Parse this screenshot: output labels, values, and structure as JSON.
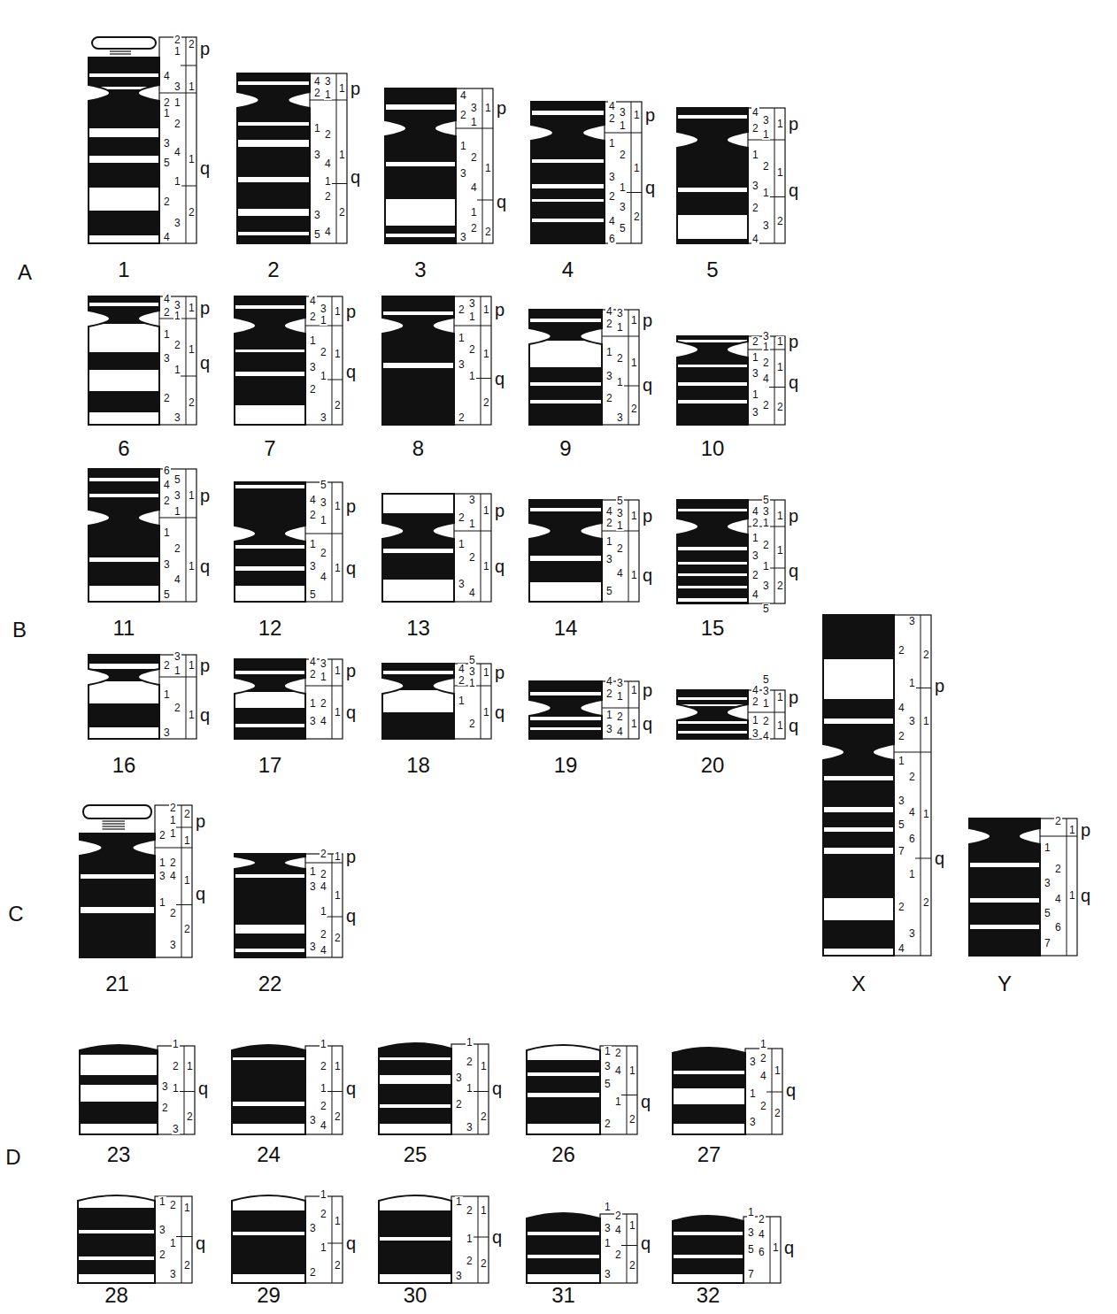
{
  "diagram": {
    "nodes": [
      {
        "text": [
          "1",
          "2",
          "1",
          "2",
          "p",
          "4",
          "3",
          "1",
          "2",
          "1",
          "1",
          "2",
          "3",
          "4",
          "5",
          "1",
          "q",
          "1",
          "2",
          "3",
          "2",
          "4"
        ]
      },
      {
        "text": [
          "2",
          "4",
          "3",
          "2",
          "1",
          "1",
          "p",
          "1",
          "2",
          "3",
          "4",
          "1",
          "1",
          "q",
          "2",
          "3",
          "4",
          "5",
          "2"
        ]
      },
      {
        "text": [
          "3",
          "4",
          "2",
          "3",
          "1",
          "1",
          "p",
          "1",
          "2",
          "3",
          "4",
          "1",
          "q",
          "1",
          "2",
          "3",
          "2"
        ]
      },
      {
        "text": [
          "4",
          "4",
          "2",
          "3",
          "1",
          "1",
          "p",
          "1",
          "2",
          "3",
          "1",
          "2",
          "3",
          "4",
          "5",
          "6",
          "1",
          "q",
          "2"
        ]
      },
      {
        "text": [
          "5",
          "4",
          "2",
          "3",
          "1",
          "1",
          "p",
          "1",
          "2",
          "3",
          "1",
          "2",
          "3",
          "4",
          "1",
          "q",
          "2"
        ]
      },
      {
        "text": [
          "6",
          "4",
          "2",
          "3",
          "1",
          "1",
          "p",
          "1",
          "2",
          "3",
          "1",
          "1",
          "q",
          "2",
          "3",
          "2"
        ]
      },
      {
        "text": [
          "7",
          "4",
          "2",
          "3",
          "1",
          "1",
          "p",
          "1",
          "2",
          "3",
          "1",
          "2",
          "3",
          "1",
          "q",
          "2"
        ]
      },
      {
        "text": [
          "8",
          "2",
          "3",
          "1",
          "1",
          "p",
          "1",
          "2",
          "3",
          "1",
          "1",
          "q",
          "2",
          "2"
        ]
      },
      {
        "text": [
          "9",
          "4",
          "3",
          "2",
          "1",
          "1",
          "p",
          "1",
          "2",
          "3",
          "1",
          "2",
          "3",
          "1",
          "q",
          "2"
        ]
      },
      {
        "text": [
          "10",
          "2",
          "3",
          "1",
          "1",
          "p",
          "1",
          "2",
          "3",
          "4",
          "1",
          "q",
          "1",
          "3",
          "2",
          "2"
        ]
      },
      {
        "text": [
          "11",
          "6",
          "4",
          "5",
          "2",
          "3",
          "1",
          "1",
          "p",
          "1",
          "2",
          "3",
          "4",
          "5",
          "1",
          "q"
        ]
      },
      {
        "text": [
          "12",
          "5",
          "4",
          "3",
          "2",
          "1",
          "1",
          "p",
          "1",
          "2",
          "3",
          "4",
          "5",
          "1",
          "q"
        ]
      },
      {
        "text": [
          "13",
          "3",
          "2",
          "1",
          "1",
          "p",
          "1",
          "2",
          "3",
          "4",
          "1",
          "q"
        ]
      },
      {
        "text": [
          "14",
          "5",
          "4",
          "3",
          "2",
          "1",
          "1",
          "p",
          "1",
          "2",
          "3",
          "4",
          "5",
          "1",
          "q"
        ]
      },
      {
        "text": [
          "15",
          "5",
          "4",
          "3",
          "2",
          "1",
          "1",
          "p",
          "1",
          "2",
          "3",
          "1",
          "2",
          "3",
          "4",
          "5",
          "1",
          "2",
          "q"
        ]
      },
      {
        "text": [
          "16",
          "3",
          "2",
          "1",
          "1",
          "p",
          "1",
          "2",
          "3",
          "1",
          "q"
        ]
      },
      {
        "text": [
          "17",
          "4",
          "3",
          "2",
          "1",
          "1",
          "p",
          "1",
          "2",
          "3",
          "4",
          "1",
          "q"
        ]
      },
      {
        "text": [
          "18",
          "5",
          "4",
          "3",
          "2",
          "1",
          "1",
          "p",
          "1",
          "2",
          "1",
          "q"
        ]
      },
      {
        "text": [
          "19",
          "4",
          "3",
          "2",
          "1",
          "1",
          "p",
          "1",
          "2",
          "3",
          "4",
          "1",
          "q"
        ]
      },
      {
        "text": [
          "20",
          "5",
          "4",
          "3",
          "2",
          "1",
          "1",
          "p",
          "1",
          "2",
          "3",
          "4",
          "1",
          "q"
        ]
      },
      {
        "text": [
          "21",
          "2",
          "1",
          "2",
          "p",
          "2",
          "1",
          "1",
          "1",
          "2",
          "3",
          "4",
          "1",
          "q",
          "1",
          "2",
          "3",
          "2"
        ]
      },
      {
        "text": [
          "22",
          "2",
          "1",
          "p",
          "1",
          "2",
          "3",
          "4",
          "1",
          "q",
          "1",
          "2",
          "3",
          "4",
          "2"
        ]
      },
      {
        "text": [
          "X",
          "3",
          "2",
          "2",
          "1",
          "p",
          "4",
          "3",
          "2",
          "1",
          "1",
          "2",
          "3",
          "4",
          "5",
          "6",
          "7",
          "1",
          "q",
          "1",
          "2",
          "3",
          "4",
          "2"
        ]
      },
      {
        "text": [
          "Y",
          "2",
          "1",
          "p",
          "1",
          "2",
          "3",
          "4",
          "5",
          "6",
          "7",
          "1",
          "q"
        ]
      },
      {
        "text": [
          "23",
          "1",
          "2",
          "1",
          "3",
          "1",
          "q",
          "2",
          "2",
          "3"
        ]
      },
      {
        "text": [
          "24",
          "1",
          "2",
          "1",
          "1",
          "q",
          "2",
          "3",
          "4",
          "2"
        ]
      },
      {
        "text": [
          "25",
          "1",
          "2",
          "1",
          "3",
          "1",
          "q",
          "2",
          "3",
          "2"
        ]
      },
      {
        "text": [
          "26",
          "1",
          "2",
          "3",
          "4",
          "5",
          "1",
          "1",
          "q",
          "2",
          "2"
        ]
      },
      {
        "text": [
          "27",
          "1",
          "3",
          "2",
          "4",
          "1",
          "1",
          "q",
          "2",
          "3",
          "2"
        ]
      },
      {
        "text": [
          "28",
          "1",
          "2",
          "1",
          "3",
          "1",
          "q",
          "2",
          "3",
          "2"
        ]
      },
      {
        "text": [
          "29",
          "1",
          "2",
          "1",
          "3",
          "q",
          "1",
          "2",
          "2"
        ]
      },
      {
        "text": [
          "30",
          "1",
          "2",
          "1",
          "q",
          "1",
          "2",
          "2",
          "3"
        ]
      },
      {
        "text": [
          "31",
          "1",
          "2",
          "3",
          "4",
          "1",
          "1",
          "q",
          "2",
          "3",
          "2"
        ]
      },
      {
        "text": [
          "32",
          "1",
          "2",
          "3",
          "4",
          "5",
          "6",
          "7",
          "1",
          "q"
        ]
      }
    ],
    "labels": [
      "A",
      "B",
      "C",
      "D"
    ]
  }
}
